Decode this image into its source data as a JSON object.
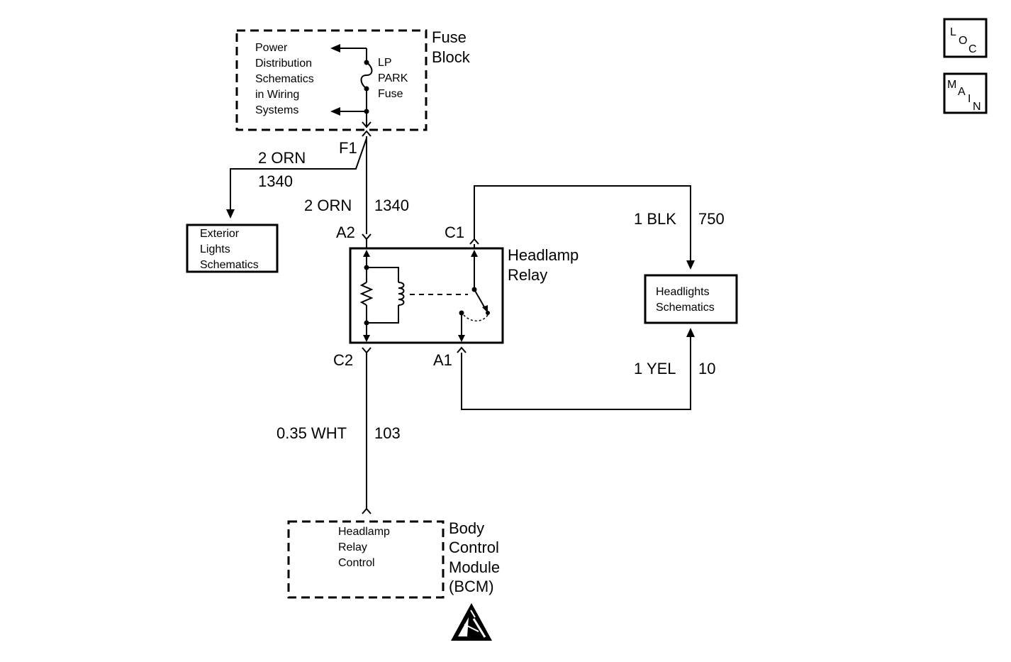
{
  "fuse_block": {
    "title_line1": "Fuse",
    "title_line2": "Block",
    "text_lines": [
      "Power",
      "Distribution",
      "Schematics",
      "in Wiring",
      "Systems"
    ],
    "fuse_lines": [
      "LP",
      "PARK",
      "Fuse"
    ]
  },
  "connectors": {
    "f1": "F1",
    "a2": "A2",
    "c1": "C1",
    "c2": "C2",
    "a1": "A1"
  },
  "wires": {
    "branch_color": "2 ORN",
    "branch_circuit": "1340",
    "main_color": "2 ORN",
    "main_circuit": "1340",
    "c1_color": "1 BLK",
    "c1_circuit": "750",
    "a1_color": "1 YEL",
    "a1_circuit": "10",
    "c2_color": "0.35 WHT",
    "c2_circuit": "103"
  },
  "exterior_lights": {
    "lines": [
      "Exterior",
      "Lights",
      "Schematics"
    ]
  },
  "headlamp_relay": {
    "title_line1": "Headlamp",
    "title_line2": "Relay"
  },
  "headlights": {
    "lines": [
      "Headlights",
      "Schematics"
    ]
  },
  "bcm": {
    "inner_lines": [
      "Headlamp",
      "Relay",
      "Control"
    ],
    "title_lines": [
      "Body",
      "Control",
      "Module",
      "(BCM)"
    ]
  },
  "nav": {
    "loc": [
      "L",
      "O",
      "C"
    ],
    "main": [
      "M",
      "A",
      "I",
      "N"
    ]
  },
  "icons": {
    "esd": "esd-warning-icon"
  }
}
